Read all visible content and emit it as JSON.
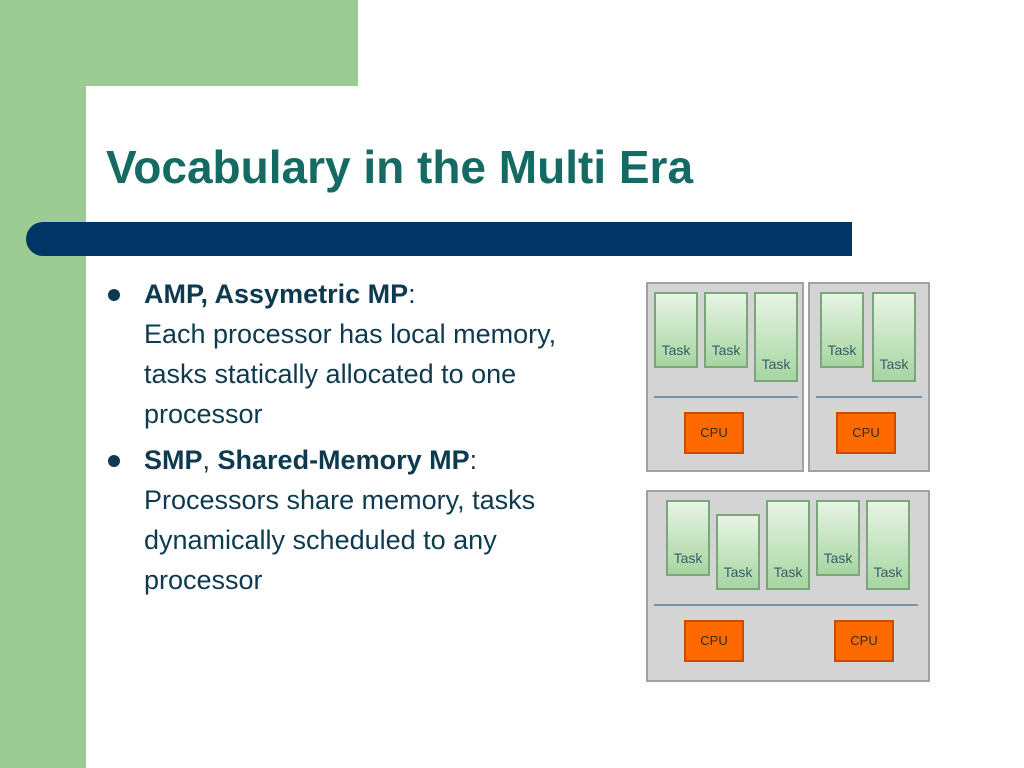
{
  "slide": {
    "title": "Vocabulary in the Multi Era",
    "bullets": [
      {
        "term1": "AMP, Assymetric MP",
        "sep": "",
        "term2": "",
        "text": ":\nEach processor has local memory, tasks statically allocated to one processor"
      },
      {
        "term1": "SMP",
        "sep": ", ",
        "term2": "Shared-Memory MP",
        "text": ": Processors share memory, tasks dynamically scheduled to any processor"
      }
    ]
  },
  "diagram": {
    "task_label": "Task",
    "cpu_label": "CPU",
    "colors": {
      "task_fill": "#a6d6a1",
      "cpu_fill": "#ff6a00",
      "box_fill": "#d4d4d4",
      "title": "#156b63",
      "bar": "#003566"
    }
  }
}
